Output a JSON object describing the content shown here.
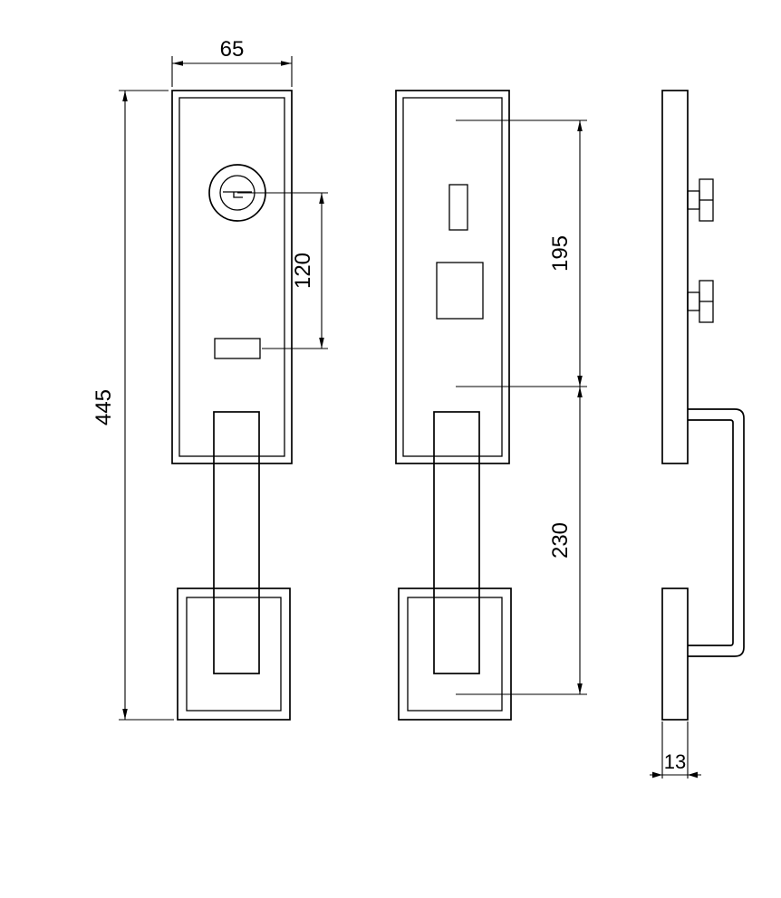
{
  "dimensions": {
    "plate_width": "65",
    "overall_height": "445",
    "cylinder_to_thumbturn": "120",
    "upper_spacing": "195",
    "lower_spacing": "230",
    "plate_thickness": "13"
  },
  "style": {
    "line_color": "#000000",
    "background_color": "#ffffff"
  }
}
